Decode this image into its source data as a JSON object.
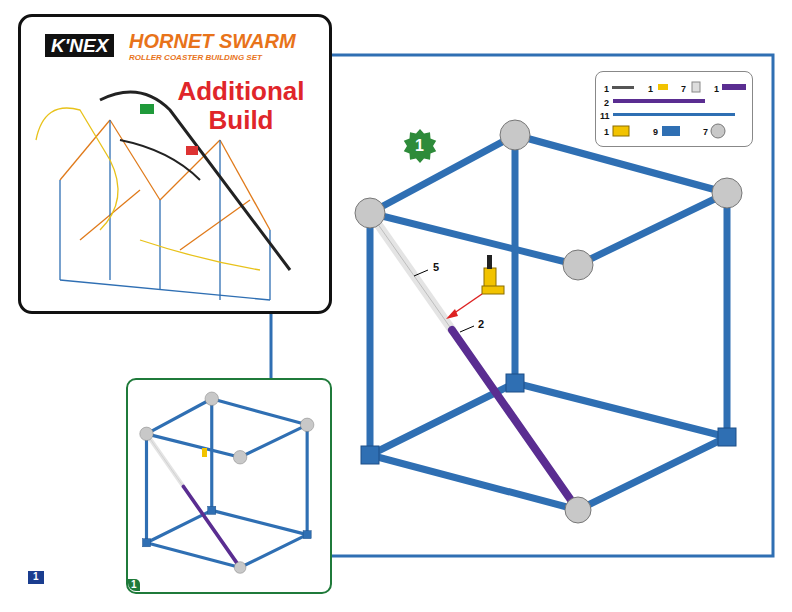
{
  "diagram": {
    "nodes": [
      {
        "text": [
          "K'NEX",
          "HORNET SWARM",
          "ROLLER COASTER BUILDING SET",
          "Additional Build"
        ]
      },
      {
        "text": [
          "1"
        ]
      },
      {
        "text": [
          "1"
        ]
      },
      {
        "text": [
          "1",
          "1",
          "7",
          "1",
          "2",
          "11",
          "1",
          "9",
          "7"
        ]
      },
      {
        "text": [
          "1"
        ]
      }
    ],
    "edges": [
      {
        "from": 0,
        "to": 1,
        "arrow": "none"
      }
    ],
    "labels": [
      "5",
      "2"
    ]
  }
}
